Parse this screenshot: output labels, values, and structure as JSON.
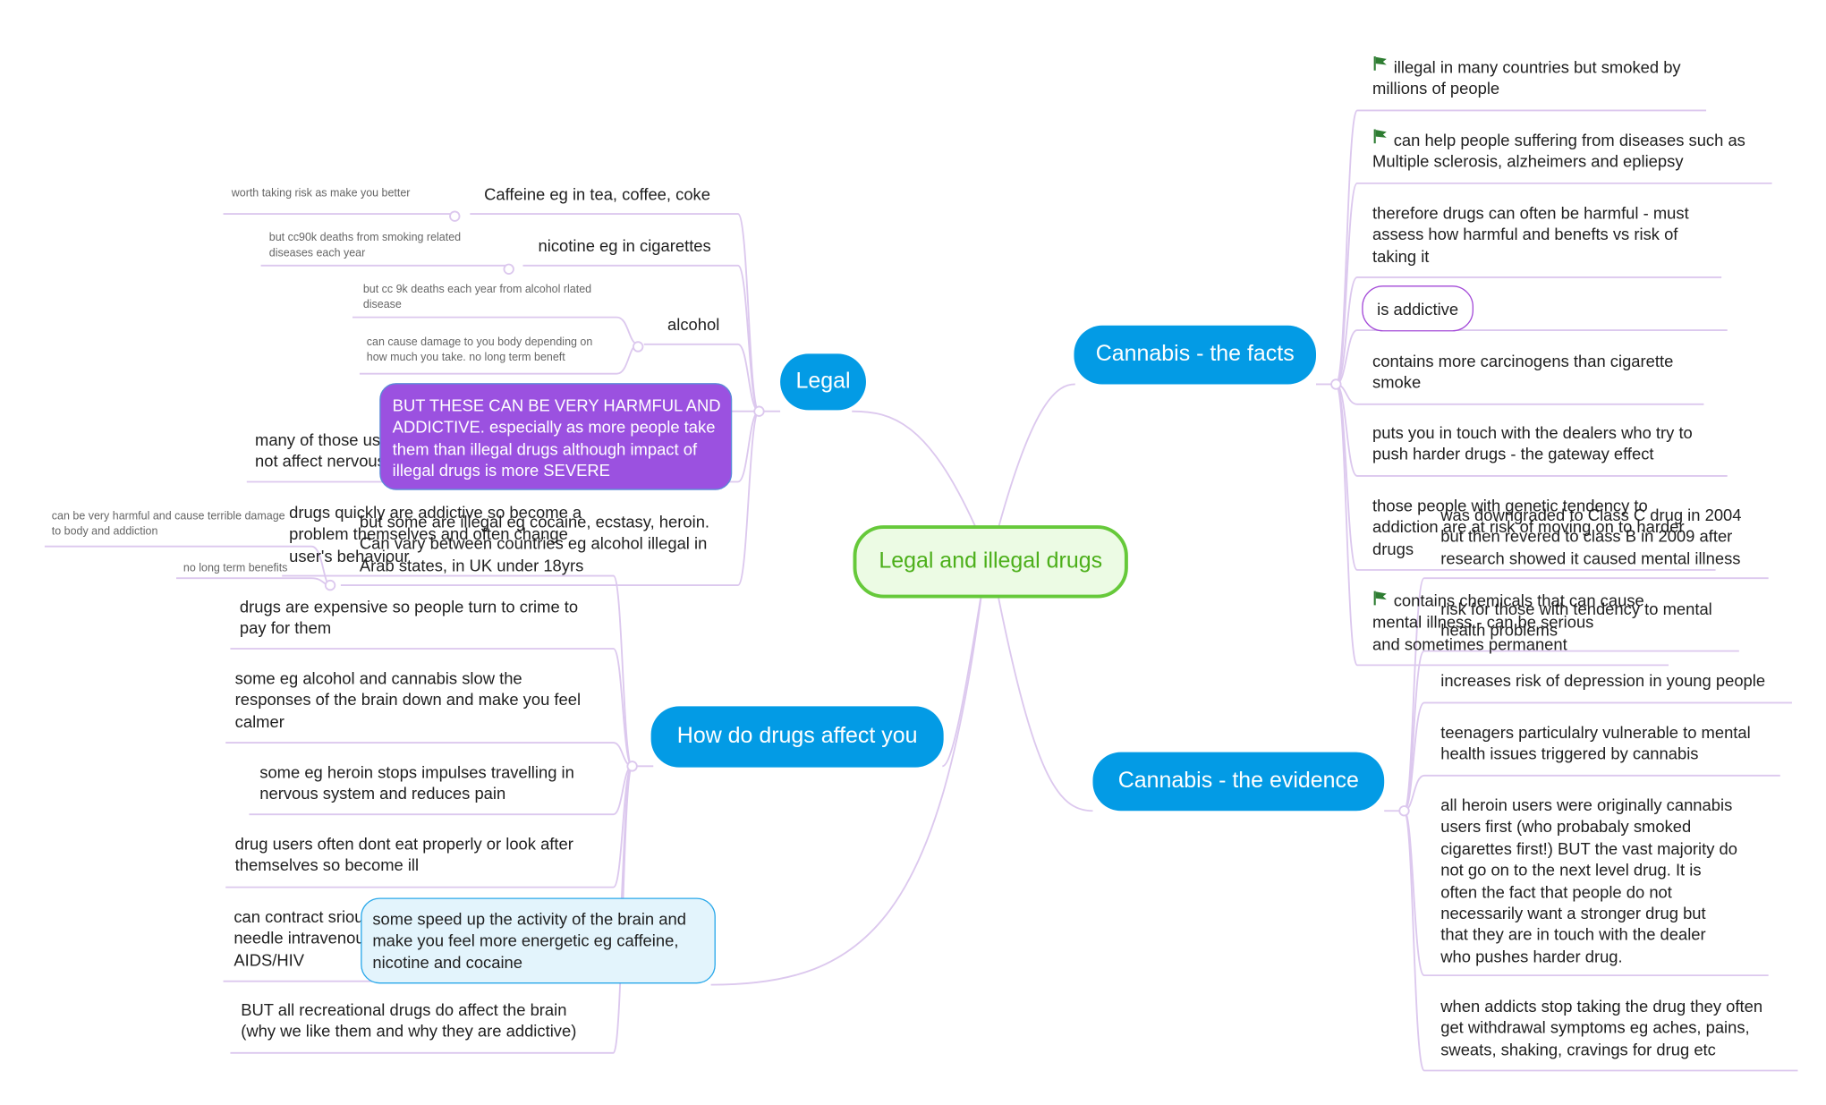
{
  "center": "Legal and illegal drugs",
  "legal": {
    "title": "Legal",
    "caffeine": "Caffeine eg in tea, coffee, coke",
    "caffeine_note": "worth taking risk as make you better",
    "nicotine": "nicotine eg in cigarettes",
    "nicotine_note": [
      "but cc90k deaths from smoking related",
      "diseases each year"
    ],
    "alcohol": "alcohol",
    "alcohol_note_1": [
      "but cc 9k deaths each year from alcohol rlated",
      "disease"
    ],
    "alcohol_note_2": [
      "can cause damage to you body depending on",
      "how much you take. no long term beneft"
    ],
    "warning": [
      "BUT THESE CAN BE VERY HARMFUL AND",
      "ADDICTIVE. especially as more people take",
      "them than illegal drugs although impact of",
      "illegal drugs is more SEVERE"
    ],
    "medical": [
      "many of those used for medical purposes do",
      "not affect nervous system"
    ],
    "illegal": [
      "but some are illegal eg cocaine, ecstasy, heroin.",
      "Can vary between countries eg alcohol illegal in",
      "Arab states, in UK under 18yrs"
    ],
    "illegal_note_1": [
      "can be very harmful and cause terrible damage",
      "to body and  addiction"
    ],
    "illegal_note_2": "no long term benefits"
  },
  "affect": {
    "title": "How do drugs affect you",
    "items": [
      [
        "drugs quickly are addictive so become a",
        "problem themselves and often change",
        "user's behaviour"
      ],
      [
        "drugs are expensive so people turn to crime to",
        "pay for them"
      ],
      [
        "some eg alcohol and cannabis slow the",
        "responses of the brain down and make you feel",
        "calmer"
      ],
      [
        "some eg heroin  stops impulses travelling  in",
        "nervous system and reduces pain"
      ],
      [
        "drug users often dont eat properly or look after",
        "themselves so become ill"
      ],
      [
        "can contract srious illnesses if drugs taken via",
        "needle intravenously eg hepititis, STDs eg",
        "AIDS/HIV"
      ],
      [
        "BUT all recreational drugs do affect the brain",
        "(why we like them and why they are addictive)"
      ]
    ],
    "speed": [
      "some speed up the activity of the brain and",
      "make you feel more energetic eg caffeine,",
      "nicotine and cocaine"
    ]
  },
  "facts": {
    "title": "Cannabis - the facts",
    "items": [
      [
        "illegal in many countries but smoked by",
        "millions of people"
      ],
      [
        "can help people suffering from diseases such as",
        "Multiple sclerosis, alzheimers and epliepsy"
      ],
      [
        "therefore drugs can often be harmful - must",
        "assess how harmful  and  benefts vs risk of",
        "taking it"
      ],
      [
        "is addictive"
      ],
      [
        "contains more carcinogens than cigarette",
        "smoke"
      ],
      [
        "puts you in touch with the dealers who try to",
        "push harder drugs -  the gateway effect"
      ],
      [
        "those people with genetic tendency to",
        "addiction are at risk of moving on to harder",
        "drugs"
      ],
      [
        "contains chemicals that can cause",
        "mental illness -  can be serious",
        "and sometimes permanent"
      ]
    ]
  },
  "evidence": {
    "title": "Cannabis -  the evidence",
    "items": [
      [
        "was downgraded to Class C drug in 2004",
        "but then revered to class B in 2009 after",
        "research showed it caused mental illness"
      ],
      [
        "risk for those with tendency to mental",
        "health problems"
      ],
      [
        "increases risk of depression in young people"
      ],
      [
        "teenagers particulalry vulnerable to mental",
        "health issues triggered by cannabis"
      ],
      [
        "all heroin users were originally cannabis",
        "users first (who probabaly smoked",
        "cigarettes first!) BUT the vast majority do",
        "not go on to the next level drug. It is",
        "often the fact that people do not",
        "necessarily want a stronger drug but",
        "that they are in touch with the dealer",
        "who pushes  harder drug."
      ],
      [
        "when addicts stop taking the drug they often",
        "get withdrawal symptoms eg aches, pains,",
        "sweats, shaking, cravings for drug etc"
      ]
    ]
  },
  "colors": {
    "branch": "#039be5",
    "center_border": "#66c93a",
    "center_text": "#4caf1a",
    "connector": "#dcc8ee",
    "warning": "#9b51e0",
    "flag": "#2e7d32"
  },
  "icons": {
    "flag": "flag-icon"
  }
}
